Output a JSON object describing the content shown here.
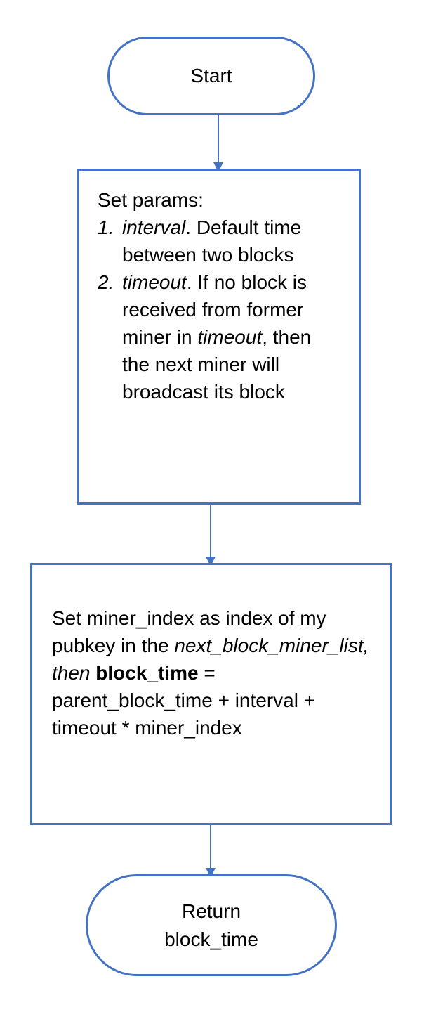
{
  "diagram": {
    "nodes": {
      "start": {
        "label": "Start"
      },
      "params": {
        "title": "Set params:",
        "items": [
          {
            "number": "1.",
            "term": "interval",
            "text": ". Default time between two blocks"
          },
          {
            "number": "2.",
            "term": "timeout",
            "text_before": ". If no block is received from former miner in ",
            "term_again": "timeout",
            "text_after": ", then the next miner will broadcast its block"
          }
        ]
      },
      "block_time": {
        "line1": "Set miner_index as index of my pubkey in the",
        "italic_text": "next_block_miner_list, then",
        "bold_term": "block_time",
        "equals": " =",
        "formula": "parent_block_time + interval + timeout * miner_index"
      },
      "return": {
        "line1": "Return",
        "line2": "block_time"
      }
    },
    "colors": {
      "stroke": "#4472C4",
      "text": "#000000",
      "background": "#FFFFFF"
    },
    "connections": [
      {
        "from": "start",
        "to": "params"
      },
      {
        "from": "params",
        "to": "block_time"
      },
      {
        "from": "block_time",
        "to": "return"
      }
    ]
  }
}
